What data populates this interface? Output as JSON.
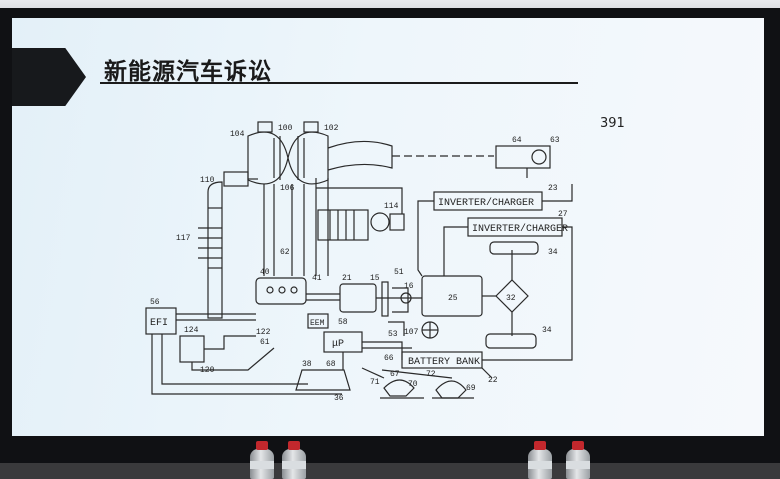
{
  "slide": {
    "title": "新能源汽车诉讼",
    "page_number": "391"
  },
  "diagram": {
    "boxes": {
      "inverter_1": "INVERTER/CHARGER",
      "inverter_2": "INVERTER/CHARGER",
      "battery_bank": "BATTERY BANK",
      "efi": "EFI",
      "eem": "EEM",
      "mu_p": "μP"
    },
    "labels": {
      "l104": "104",
      "l100": "100",
      "l102": "102",
      "l110": "110",
      "l106": "106",
      "l114": "114",
      "l117": "117",
      "l62": "62",
      "l64": "64",
      "l63": "63",
      "l23": "23",
      "l27": "27",
      "l34a": "34",
      "l34b": "34",
      "l25": "25",
      "l32": "32",
      "l40": "40",
      "l41": "41",
      "l21": "21",
      "l15": "15",
      "l51": "51",
      "l16": "16",
      "l56": "56",
      "l124": "124",
      "l122": "122",
      "l61": "61",
      "l58": "58",
      "l53": "53",
      "l107": "107",
      "l120": "120",
      "l38": "38",
      "l68": "68",
      "l66": "66",
      "l22": "22",
      "l36": "36",
      "l67": "67",
      "l72": "72",
      "l71": "71",
      "l70": "70",
      "l69": "69"
    }
  }
}
